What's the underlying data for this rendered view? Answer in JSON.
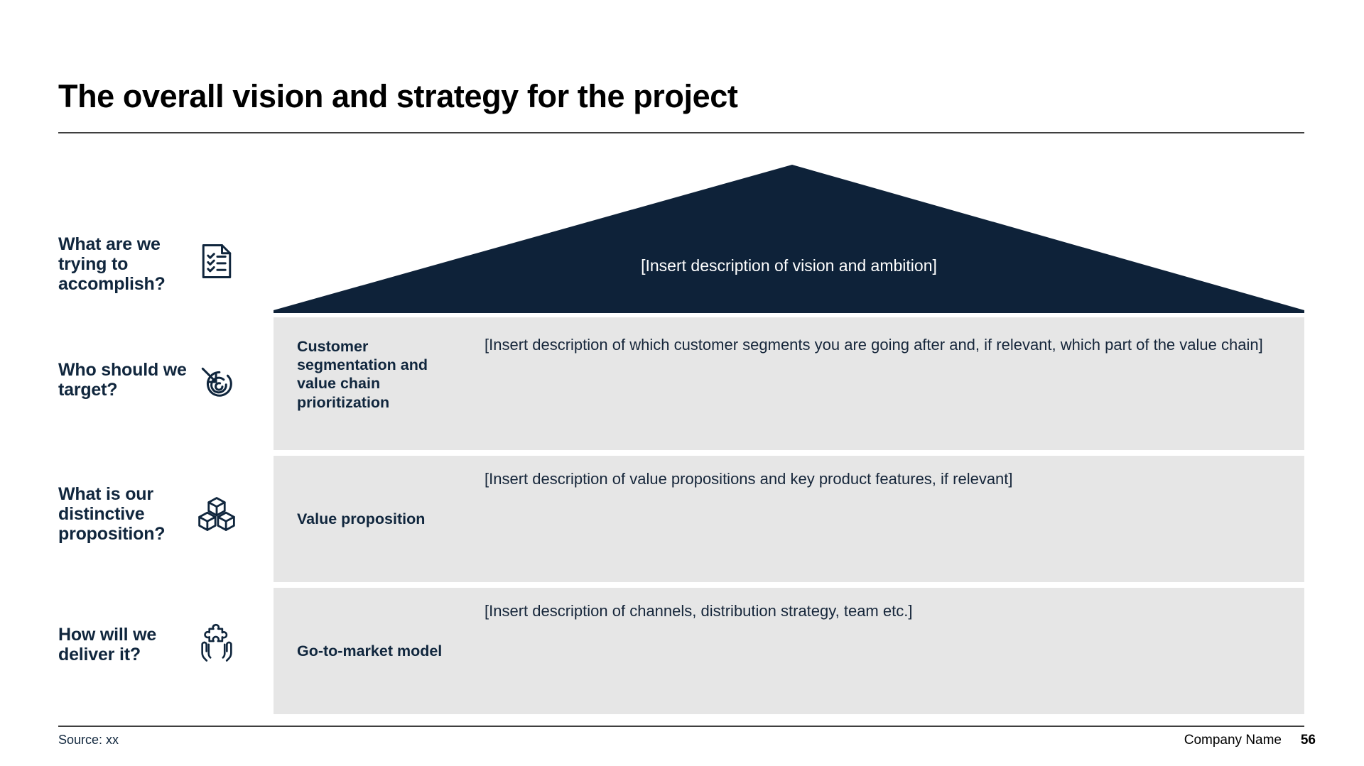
{
  "slide": {
    "title": "The overall vision and strategy for the project",
    "colors": {
      "navy": "#10263d",
      "triangle_fill": "#0e2239",
      "row_bg": "#e6e6e6",
      "rule": "#3f3f3f",
      "text_on_navy": "#ffffff"
    }
  },
  "questions": [
    {
      "label": "What are we trying to accomplish?",
      "icon": "checklist-document-icon"
    },
    {
      "label": "Who should we target?",
      "icon": "target-arrow-icon"
    },
    {
      "label": "What is our distinctive proposition?",
      "icon": "stacked-cubes-icon"
    },
    {
      "label": "How will we deliver it?",
      "icon": "hands-puzzle-icon"
    }
  ],
  "vision": {
    "text": "[Insert description of vision and ambition]"
  },
  "rows": [
    {
      "label": "Customer segmentation and value chain prioritization",
      "description": "[Insert description of which customer segments you are going after and, if relevant, which part of the value chain]"
    },
    {
      "label": "Value proposition",
      "description": "[Insert description of value propositions and key product features, if relevant]"
    },
    {
      "label": "Go-to-market model",
      "description": "[Insert description of channels, distribution strategy, team etc.]"
    }
  ],
  "footer": {
    "source": "Source: xx",
    "company": "Company Name",
    "page_number": "56"
  }
}
